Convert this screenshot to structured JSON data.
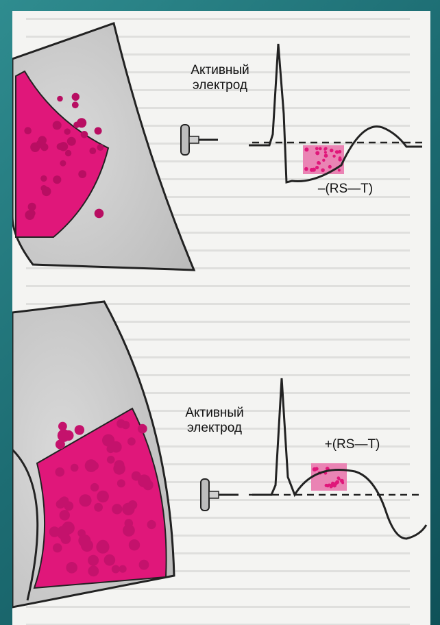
{
  "top": {
    "electrode_label_line1": "Активный",
    "electrode_label_line2": "электрод",
    "st_label": "–(RS—T)"
  },
  "bottom": {
    "electrode_label_line1": "Активный",
    "electrode_label_line2": "электрод",
    "st_label": "+(RS—T)"
  },
  "colors": {
    "background": "#1d6d73",
    "page": "#f4f4f2",
    "ischemia": "#e0177a",
    "outline": "#222222"
  }
}
